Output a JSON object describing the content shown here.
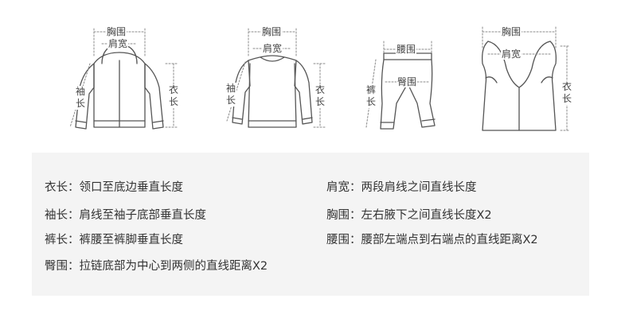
{
  "labels": {
    "chest": "胸围",
    "shoulder": "肩宽",
    "sleeve": "袖长",
    "length": "衣长",
    "waist": "腰围",
    "hip": "臀围",
    "pants": "裤长"
  },
  "icons": [
    "jacket-icon",
    "sweater-icon",
    "pants-icon",
    "vest-icon"
  ],
  "definitions": {
    "left": [
      {
        "term": "衣长：",
        "desc": "领口至底边垂直长度"
      },
      {
        "term": "袖长：",
        "desc": "肩线至袖子底部垂直长度"
      },
      {
        "term": "裤长：",
        "desc": "裤腰至裤脚垂直长度"
      },
      {
        "term": "臀围：",
        "desc": "拉链底部为中心到两侧的直线距离X2"
      }
    ],
    "right": [
      {
        "term": "肩宽：",
        "desc": "两段肩线之间直线长度"
      },
      {
        "term": "胸围：",
        "desc": "左右腋下之间直线长度X2"
      },
      {
        "term": "腰围：",
        "desc": "腰部左端点到右端点的直线距离X2"
      }
    ]
  }
}
